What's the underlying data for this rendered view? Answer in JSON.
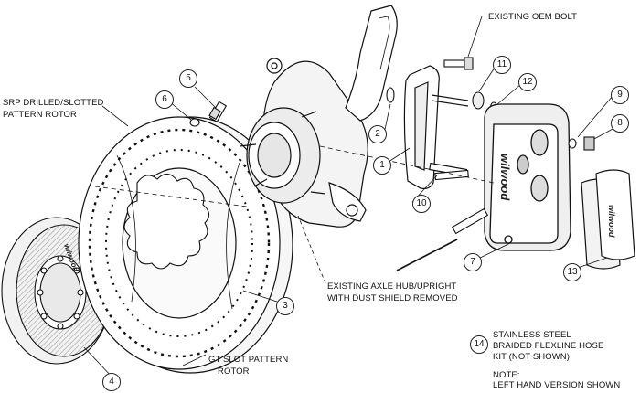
{
  "labels": {
    "existing_oem_bolt": "EXISTING OEM BOLT",
    "srp_rotor_line1": "SRP DRILLED/SLOTTED",
    "srp_rotor_line2": "PATTERN ROTOR",
    "hub_line1": "EXISTING AXLE HUB/UPRIGHT",
    "hub_line2": "WITH DUST SHIELD REMOVED",
    "gt_rotor_line1": "GT SLOT PATTERN",
    "gt_rotor_line2": "ROTOR",
    "flexline_line1": "STAINLESS STEEL",
    "flexline_line2": "BRAIDED FLEXLINE HOSE",
    "flexline_line3": "KIT (NOT SHOWN)",
    "note_line1": "NOTE:",
    "note_line2": "LEFT HAND VERSION SHOWN"
  },
  "brand": {
    "caliper": "wilwood",
    "pad": "wilwood",
    "hat": "wilwood"
  },
  "callouts": {
    "c1": "1",
    "c2": "2",
    "c3": "3",
    "c4": "4",
    "c5": "5",
    "c6": "6",
    "c7": "7",
    "c8": "8",
    "c9": "9",
    "c10": "10",
    "c11": "11",
    "c12": "12",
    "c13": "13",
    "c14": "14"
  }
}
